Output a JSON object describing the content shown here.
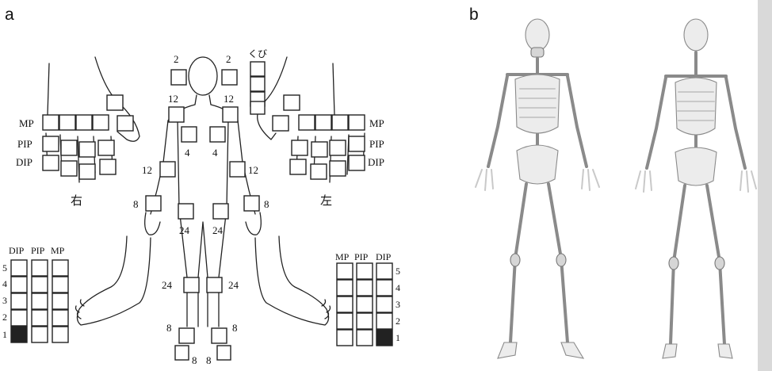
{
  "panels": {
    "a_label": "a",
    "b_label": "b"
  },
  "hands": {
    "right_label": "右",
    "left_label": "左",
    "mp": "MP",
    "pip": "PIP",
    "dip": "DIP"
  },
  "feet": {
    "col_dip": "DIP",
    "col_pip": "PIP",
    "col_mp": "MP",
    "toe_numbers": [
      "5",
      "4",
      "3",
      "2",
      "1"
    ]
  },
  "body_counts": {
    "jaw": "2",
    "neck_label": "くび",
    "shoulder": "12",
    "sternoclavicular": "4",
    "elbow": "12",
    "wrist": "8",
    "hip": "24",
    "knee": "24",
    "ankle": "8",
    "foot_bottom": "8"
  },
  "colors": {
    "line": "#222222",
    "filled_box": "#222222",
    "bone_fill": "#ececec",
    "bone_stroke": "#8a8a8a"
  }
}
